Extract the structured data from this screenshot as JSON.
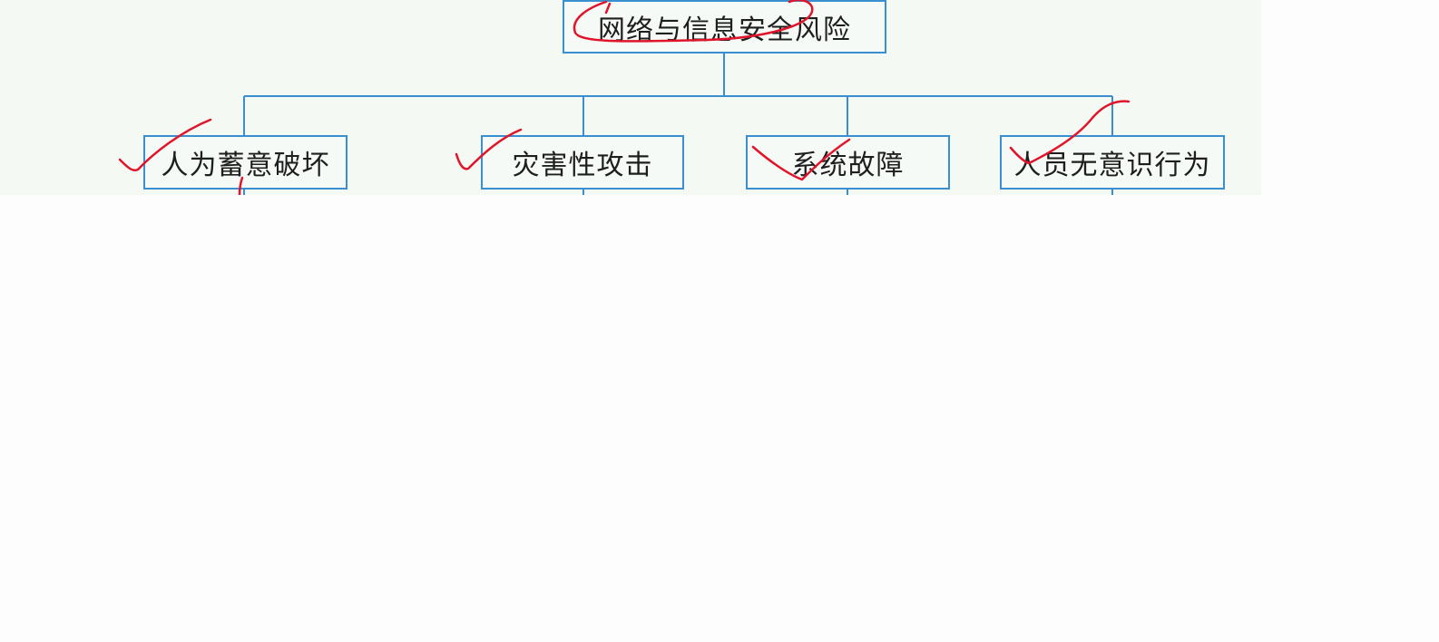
{
  "diagram": {
    "root": {
      "label": "网络与信息安全风险"
    },
    "children": [
      {
        "label": "人为蓄意破坏"
      },
      {
        "label": "灾害性攻击"
      },
      {
        "label": "系统故障"
      },
      {
        "label": "人员无意识行为"
      }
    ]
  },
  "colors": {
    "connector": "#3a8fd0",
    "node_border": "#3a8fd0",
    "annotation": "#e0142a",
    "panel_background": "#f4f9f4",
    "page_background": "#fdfdfd"
  }
}
